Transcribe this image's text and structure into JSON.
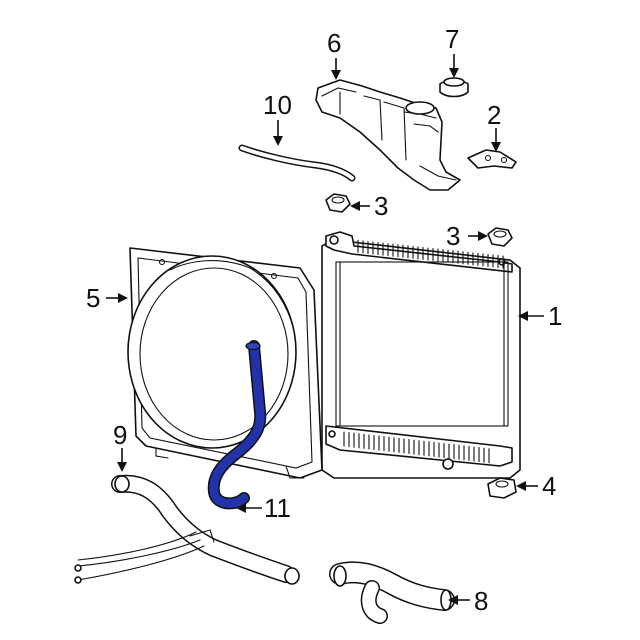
{
  "callouts": [
    {
      "id": "1",
      "label": "1",
      "part": "radiator"
    },
    {
      "id": "2",
      "label": "2",
      "part": "bracket"
    },
    {
      "id": "3a",
      "label": "3",
      "part": "insulator-left"
    },
    {
      "id": "3b",
      "label": "3",
      "part": "insulator-right"
    },
    {
      "id": "4",
      "label": "4",
      "part": "lower-insulator"
    },
    {
      "id": "5",
      "label": "5",
      "part": "fan-shroud"
    },
    {
      "id": "6",
      "label": "6",
      "part": "reservoir"
    },
    {
      "id": "7",
      "label": "7",
      "part": "cap"
    },
    {
      "id": "8",
      "label": "8",
      "part": "lower-hose"
    },
    {
      "id": "9",
      "label": "9",
      "part": "upper-hose"
    },
    {
      "id": "10",
      "label": "10",
      "part": "overflow-hose"
    },
    {
      "id": "11",
      "label": "11",
      "part": "highlighted-hose"
    }
  ],
  "colors": {
    "line": "#111111",
    "highlight": "#2233aa",
    "background": "#ffffff"
  }
}
